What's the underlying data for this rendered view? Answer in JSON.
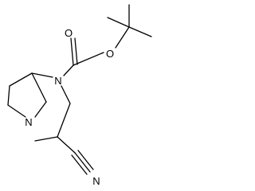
{
  "molecule": {
    "atoms": {
      "carbonyl_oxygen": "O",
      "ester_oxygen": "O",
      "amide_nitrogen": "N",
      "bridgehead_nitrogen": "N",
      "nitrile_nitrogen": "N"
    },
    "colors": {
      "bonds": "#000000",
      "labels": "#000000",
      "background": "#ffffff"
    }
  }
}
